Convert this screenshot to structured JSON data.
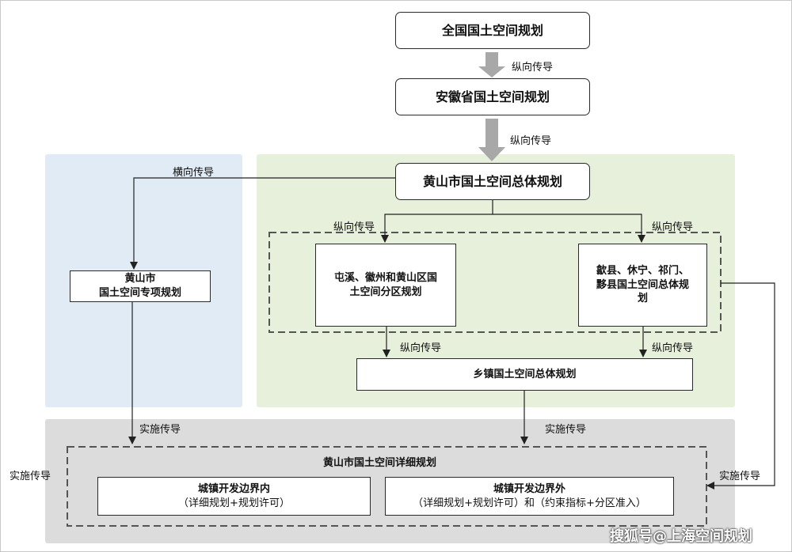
{
  "national": "全国国土空间规划",
  "province": "安徽省国土空间规划",
  "city_master": "黄山市国土空间总体规划",
  "city_special_line1": "黄山市",
  "city_special_line2": "国土空间专项规划",
  "district_line1": "屯溪、徽州和黄山区国",
  "district_line2": "土空间分区规划",
  "county_line1": "歙县、休宁、祁门、",
  "county_line2": "黟县国土空间总体规",
  "county_line3": "划",
  "township": "乡镇国土空间总体规划",
  "detail_title": "黄山市国土空间详细规划",
  "inside_title": "城镇开发边界内",
  "inside_sub": "（详细规划+规划许可）",
  "outside_title": "城镇开发边界外",
  "outside_sub": "（详细规划+规划许可）和（约束指标+分区准入）",
  "labels": {
    "vertical": "纵向传导",
    "horizontal": "横向传导",
    "implement": "实施传导"
  },
  "watermark": "搜狐号@上海空间规划"
}
